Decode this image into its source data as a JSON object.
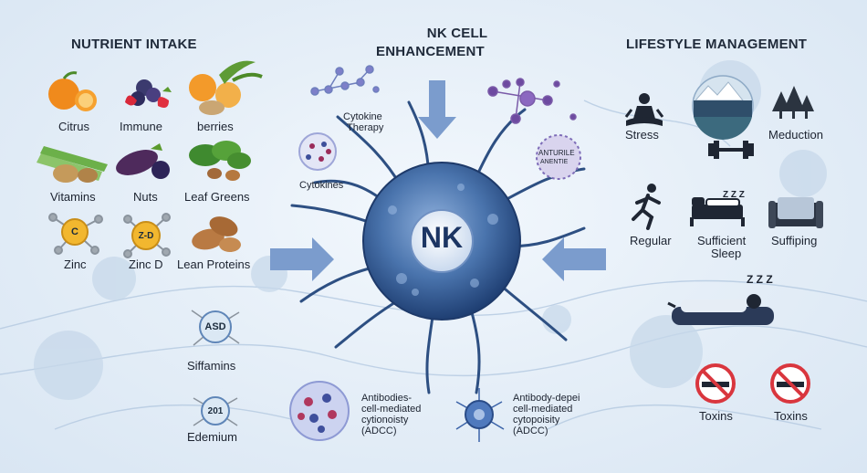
{
  "headers": {
    "nutrient": "NUTRIENT INTAKE",
    "nk_line1": "NK CELL",
    "nk_line2": "ENHANCEMENT",
    "lifestyle": "LIFESTYLE MANAGEMENT"
  },
  "nutrients": {
    "citrus": "Citrus",
    "immune": "Immune",
    "berries": "berries",
    "vitamins": "Vitamins",
    "nuts": "Nuts",
    "leaf_greens": "Leaf Greens",
    "zinc": "Zinc",
    "zinc_d": "Zinc D",
    "lean_proteins": "Lean Proteins",
    "siffamins": "Siffamins",
    "edemium": "Edemium",
    "badge_c": "C",
    "badge_zd": "Z-D",
    "badge_asd": "ASD",
    "badge_201": "201"
  },
  "center": {
    "nk": "NK",
    "cytokine_therapy_1": "Cytokine",
    "cytokine_therapy_2": "Therapy",
    "cytokines": "Cytokines",
    "anturile_1": "ANTURILE",
    "anturile_2": "ANENTIE",
    "adcc_left_1": "Antibodies-",
    "adcc_left_2": "cell-mediated",
    "adcc_left_3": "cytionoisty",
    "adcc_left_4": "(ADCC)",
    "adcc_right_1": "Antibody-depei",
    "adcc_right_2": "cell-mediated",
    "adcc_right_3": "cytopoisity",
    "adcc_right_4": "(ADCC)"
  },
  "lifestyle": {
    "stress": "Stress",
    "meduction": "Meduction",
    "regular": "Regular",
    "sufficient_1": "Sufficient",
    "sufficient_2": "Sleep",
    "suffiping": "Suffiping",
    "toxins_1": "Toxins",
    "toxins_2": "Toxins",
    "zzz_1": "Z Z Z",
    "zzz_2": "Z Z Z"
  },
  "icons": [
    "orange-icon",
    "berries-icon",
    "fruit-icon",
    "celery-icon",
    "eggplant-icon",
    "greens-icon",
    "zinc-molecule-icon",
    "zinc-d-molecule-icon",
    "almonds-icon",
    "meditation-icon",
    "forest-icon",
    "dumbbell-icon",
    "runner-icon",
    "bed-icon",
    "chair-icon",
    "sleeping-person-icon",
    "no-smoking-icon",
    "arrow-icon"
  ],
  "colors": {
    "accent_blue": "#6d90c2",
    "nk_cell": "#2f5a94",
    "no_smoking_red": "#d9363e",
    "arrow": "#7b9ccd"
  }
}
